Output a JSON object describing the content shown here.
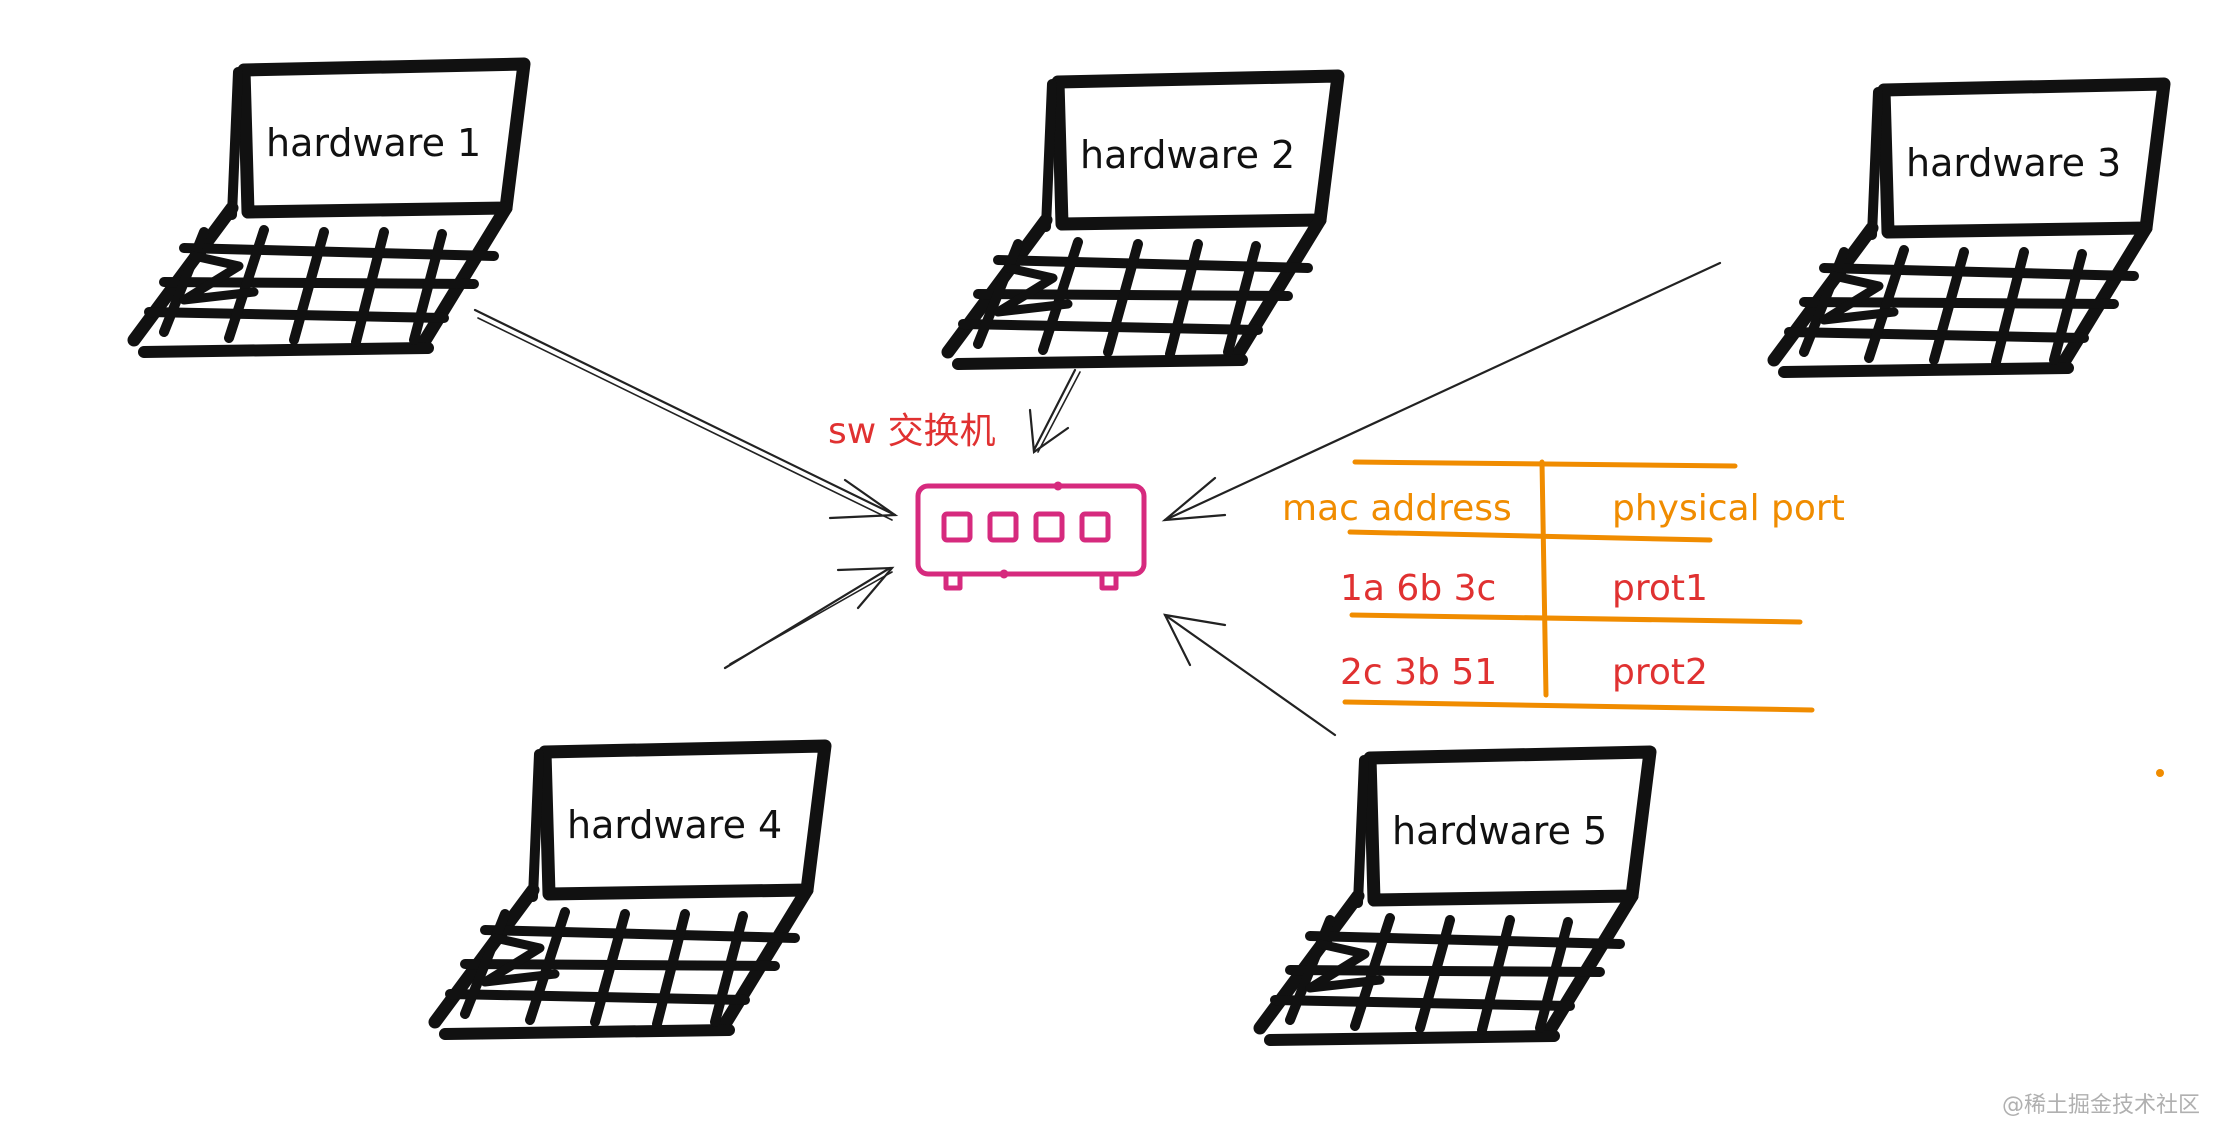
{
  "colors": {
    "ink": "#111111",
    "switch": "#d62a7e",
    "switch_label": "#e03131",
    "table_lines": "#f08c00",
    "table_header": "#f08c00",
    "table_values": "#e03131",
    "arrows": "#222222",
    "watermark": "#b0b0b0"
  },
  "devices": [
    {
      "id": "hw1",
      "label": "hardware 1",
      "icon": "laptop-icon"
    },
    {
      "id": "hw2",
      "label": "hardware 2",
      "icon": "laptop-icon"
    },
    {
      "id": "hw3",
      "label": "hardware 3",
      "icon": "laptop-icon"
    },
    {
      "id": "hw4",
      "label": "hardware 4",
      "icon": "laptop-icon"
    },
    {
      "id": "hw5",
      "label": "hardware 5",
      "icon": "laptop-icon"
    }
  ],
  "switch": {
    "label": "sw 交换机",
    "icon": "network-switch-icon"
  },
  "mac_table": {
    "headers": [
      "mac address",
      "physical port"
    ],
    "rows": [
      [
        "1a 6b 3c",
        "prot1"
      ],
      [
        "2c 3b 51",
        "prot2"
      ]
    ]
  },
  "edges": [
    {
      "from": "hw1",
      "to": "switch"
    },
    {
      "from": "hw2",
      "to": "switch"
    },
    {
      "from": "hw3",
      "to": "switch"
    },
    {
      "from": "hw4",
      "to": "switch"
    },
    {
      "from": "hw5",
      "to": "switch"
    }
  ],
  "watermark": "@稀土掘金技术社区"
}
